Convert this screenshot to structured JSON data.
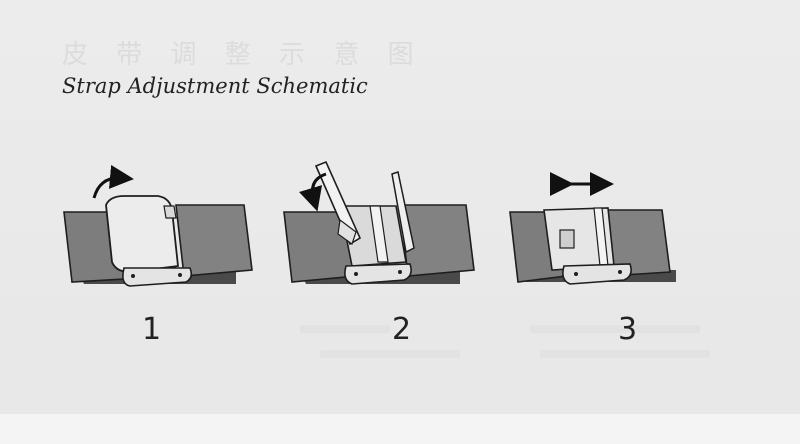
{
  "watermark": "皮 带 调 整 示 意 图",
  "title": "Strap Adjustment Schematic",
  "steps": [
    {
      "number": "1"
    },
    {
      "number": "2"
    },
    {
      "number": "3"
    }
  ],
  "colors": {
    "strap": "#7f7f7f",
    "strap_shadow": "#4a4a4a",
    "buckle": "#eeeeee",
    "outline": "#1e1e1e",
    "background": "#ebebeb"
  },
  "icons": [
    "rotate-arrow-icon",
    "double-arrow-icon"
  ]
}
